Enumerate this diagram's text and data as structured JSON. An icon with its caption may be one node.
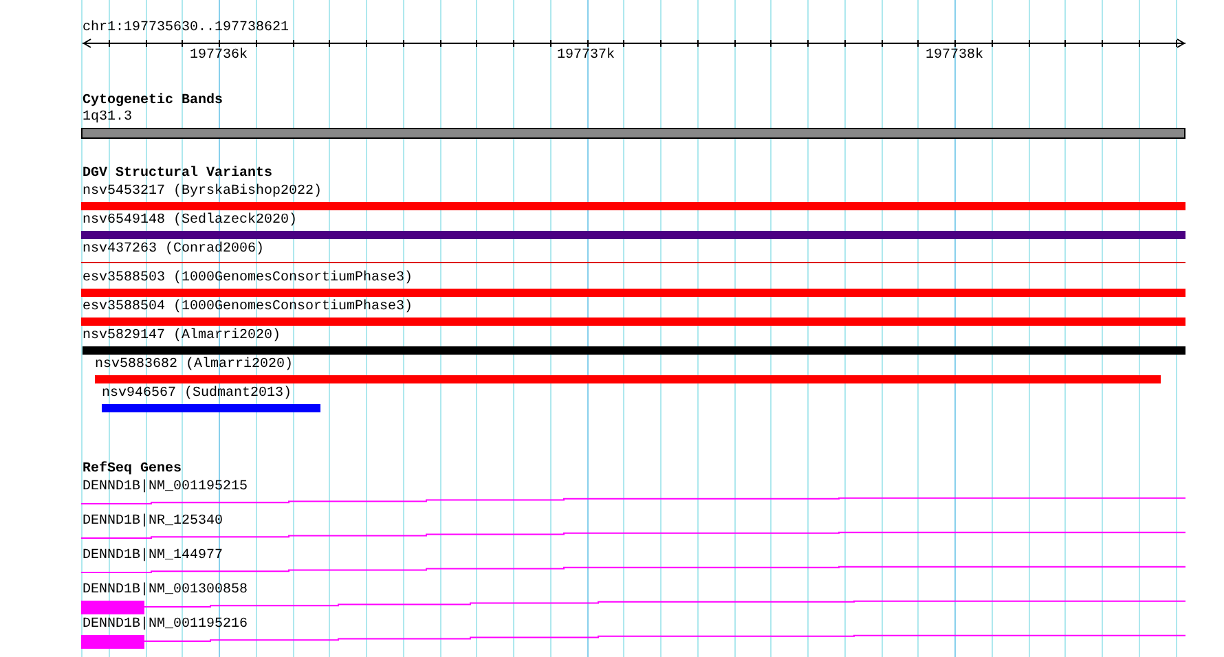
{
  "diagram": {
    "labels": [
      "chr1:197735630..197738621",
      "197736k",
      "197737k",
      "197738k",
      "Cytogenetic Bands",
      "1q31.3",
      "DGV Structural Variants",
      "nsv5453217 (ByrskaBishop2022)",
      "nsv6549148 (Sedlazeck2020)",
      "nsv437263 (Conrad2006)",
      "esv3588503 (1000GenomesConsortiumPhase3)",
      "esv3588504 (1000GenomesConsortiumPhase3)",
      "nsv5829147 (Almarri2020)",
      "nsv5883682 (Almarri2020)",
      "nsv946567 (Sudmant2013)",
      "RefSeq Genes",
      "DENND1B|NM_001195215",
      "DENND1B|NR_125340",
      "DENND1B|NM_144977",
      "DENND1B|NM_001300858",
      "DENND1B|NM_001195216"
    ]
  }
}
